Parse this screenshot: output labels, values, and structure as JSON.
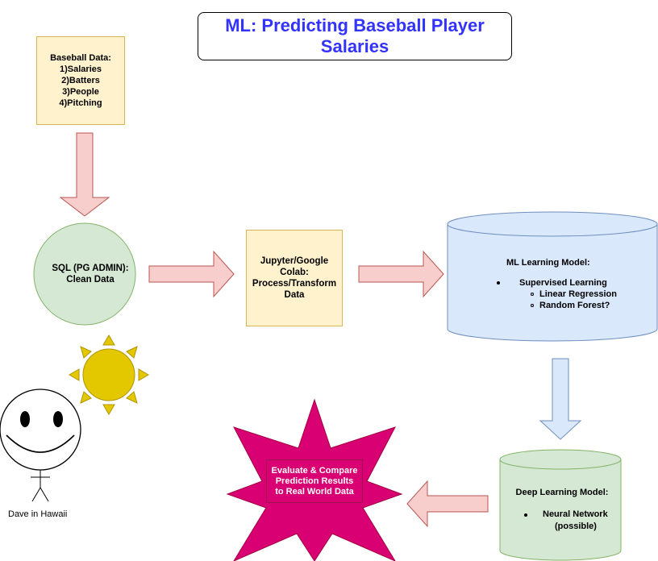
{
  "title": {
    "line1": "ML: Predicting Baseball Player",
    "line2": "Salaries"
  },
  "source": {
    "heading": "Baseball Data:",
    "items": [
      "1)Salaries",
      "2)Batters",
      "3)People",
      "4)Pitching"
    ]
  },
  "sql": {
    "line1": "SQL (PG ADMIN):",
    "line2": "Clean Data"
  },
  "jupyter": {
    "lines": [
      "Jupyter/Google",
      "Colab:",
      "Process/Transform",
      "Data"
    ]
  },
  "ml_model": {
    "heading": "ML Learning Model:",
    "item": "Supervised Learning",
    "subitems": [
      "Linear Regression",
      "Random Forest?"
    ]
  },
  "dl_model": {
    "heading": "Deep Learning Model:",
    "item_line1": "Neural Network",
    "item_line2": "(possible)"
  },
  "evaluate": {
    "lines": [
      "Evaluate & Compare",
      "Prediction Results",
      "to Real World Data"
    ]
  },
  "person_caption": "Dave in Hawaii",
  "colors": {
    "title_text": "#3333ff",
    "yellow_fill": "#fff2cc",
    "yellow_stroke": "#d6b656",
    "green_fill": "#d5e8d4",
    "green_stroke": "#82b366",
    "blue_fill": "#dae8fc",
    "blue_stroke": "#6c8ebf",
    "red_fill": "#f8cecc",
    "red_stroke": "#b85450",
    "star_fill": "#d80073",
    "sun_fill": "#e3c800",
    "sun_stroke": "#b09500"
  },
  "icons": [
    "sun-icon",
    "smiley-person-icon"
  ]
}
